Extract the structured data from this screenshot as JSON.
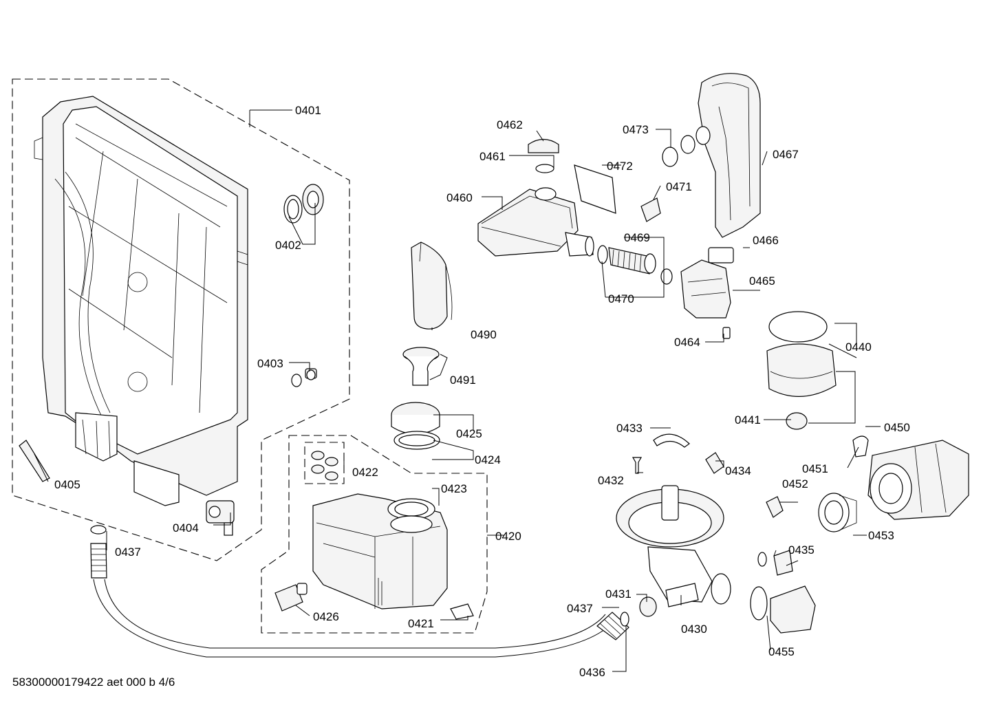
{
  "diagram": {
    "labels": {
      "p0401": "0401",
      "p0402": "0402",
      "p0403": "0403",
      "p0404": "0404",
      "p0405": "0405",
      "p0420": "0420",
      "p0421": "0421",
      "p0422": "0422",
      "p0423": "0423",
      "p0424": "0424",
      "p0425": "0425",
      "p0426": "0426",
      "p0430": "0430",
      "p0431": "0431",
      "p0432": "0432",
      "p0433": "0433",
      "p0434": "0434",
      "p0435": "0435",
      "p0436": "0436",
      "p0437a": "0437",
      "p0437b": "0437",
      "p0440": "0440",
      "p0441": "0441",
      "p0450": "0450",
      "p0451": "0451",
      "p0452": "0452",
      "p0453": "0453",
      "p0455": "0455",
      "p0460": "0460",
      "p0461": "0461",
      "p0462": "0462",
      "p0464": "0464",
      "p0465": "0465",
      "p0466": "0466",
      "p0467": "0467",
      "p0469": "0469",
      "p0470": "0470",
      "p0471": "0471",
      "p0472": "0472",
      "p0473": "0473",
      "p0490": "0490",
      "p0491": "0491"
    },
    "footer": "58300000179422 aet 000 b 4/6"
  }
}
